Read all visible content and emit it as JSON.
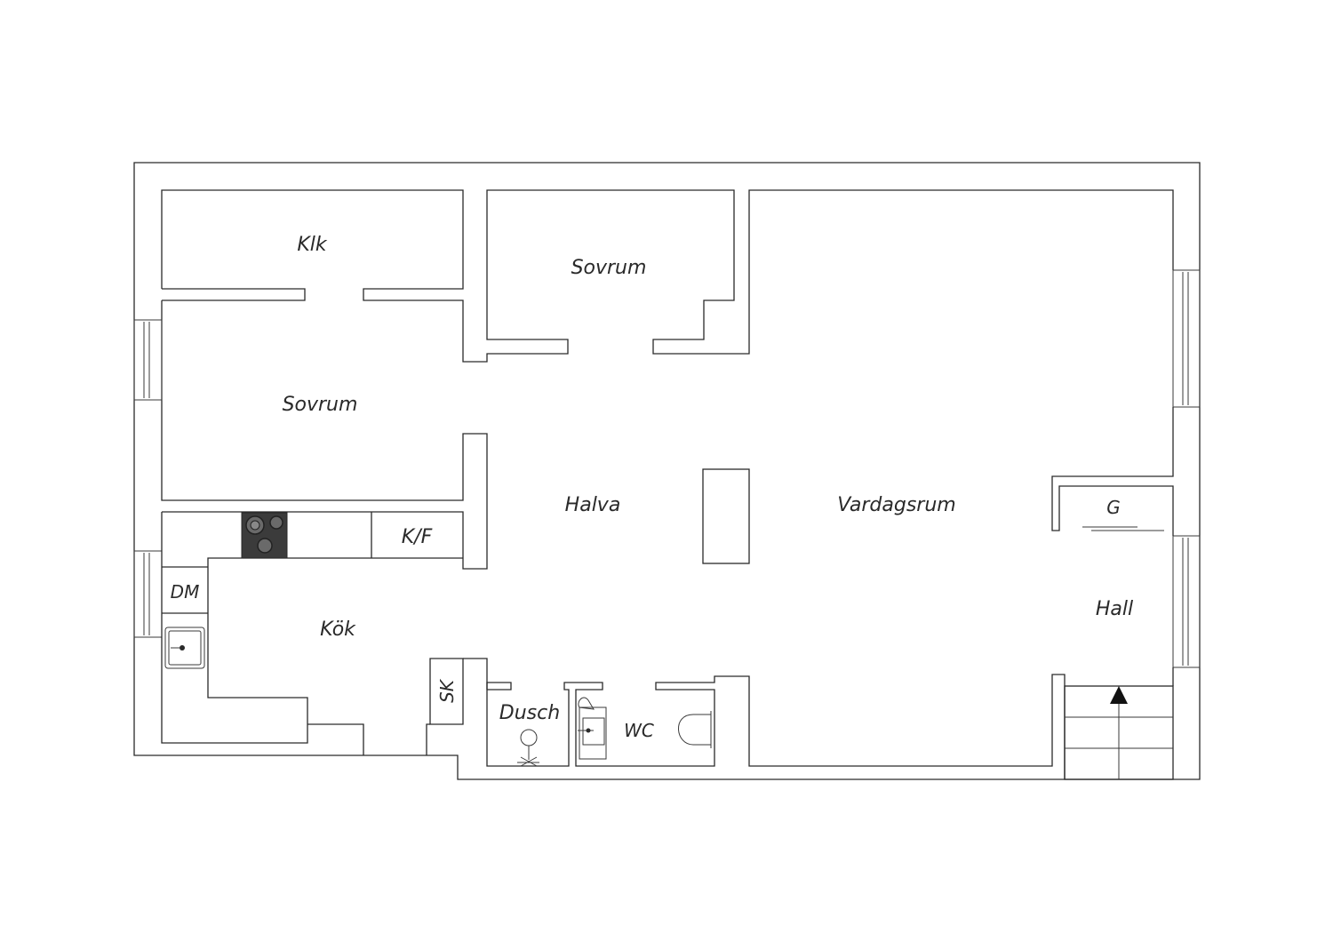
{
  "rooms": {
    "klk": "Klk",
    "sovrum_top": "Sovrum",
    "sovrum_left": "Sovrum",
    "halva": "Halva",
    "vardagsrum": "Vardagsrum",
    "g": "G",
    "hall": "Hall",
    "kf": "K/F",
    "dm": "DM",
    "kok": "Kök",
    "sk": "SK",
    "dusch": "Dusch",
    "wc": "WC"
  },
  "icons": {
    "stove": "stove-icon",
    "kitchen_sink": "kitchen-sink-icon",
    "shower": "shower-icon",
    "washbasin": "washbasin-icon",
    "toilet": "toilet-icon",
    "stairs_arrow": "stairs-arrow-icon"
  },
  "colors": {
    "wall_stroke": "#2a2a2a",
    "stove_fill": "#3b3b3b",
    "background": "#ffffff"
  }
}
